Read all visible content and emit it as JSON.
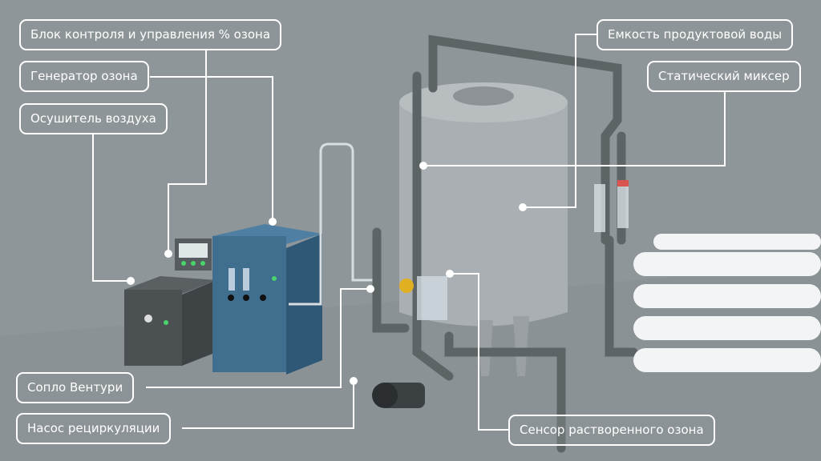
{
  "labels": {
    "control_block": "Блок контроля и управления % озона",
    "ozone_generator": "Генератор озона",
    "air_dryer": "Осушитель воздуха",
    "venturi_nozzle": "Сопло Вентури",
    "recirculation_pump": "Насос рециркуляции",
    "product_water_tank": "Емкость продуктовой воды",
    "static_mixer": "Статический миксер",
    "dissolved_ozone_sensor": "Сенсор растворенного озона"
  },
  "colors": {
    "background": "#8e9699",
    "label": "#ffffff",
    "cabinet": "#3f6e8f",
    "tank": "#a9afb2",
    "pipe": "#5d6466"
  }
}
